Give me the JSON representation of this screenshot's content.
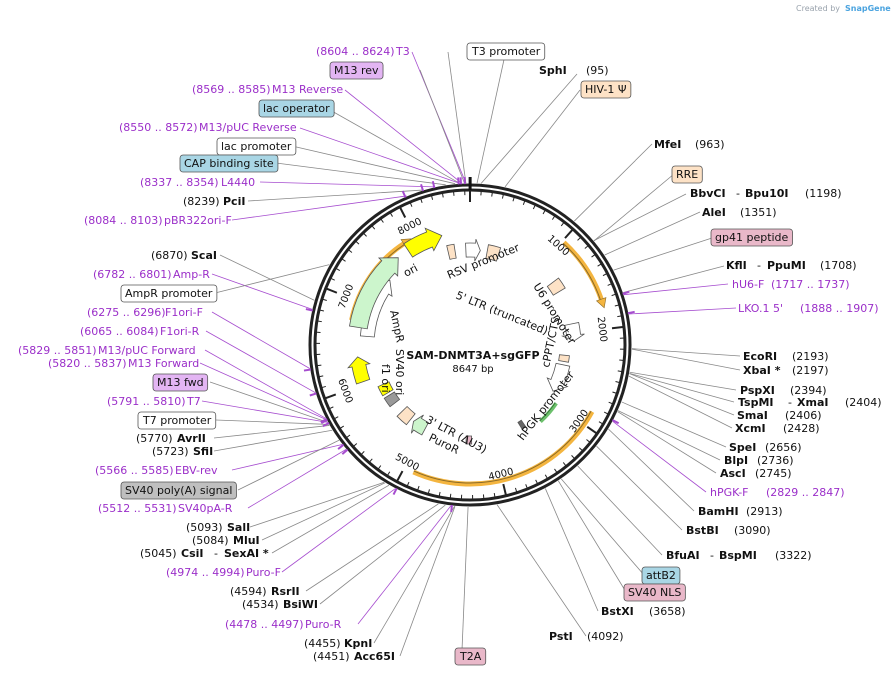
{
  "credit": {
    "prefix": "Created by",
    "brand": "SnapGene"
  },
  "center": {
    "name": "SAM-DNMT3A+sgGFP",
    "length": "8647 bp"
  },
  "ticks": [
    "1000",
    "2000",
    "3000",
    "4000",
    "5000",
    "6000",
    "7000",
    "8000"
  ],
  "labels": {
    "l_t3_range": "(8604 .. 8624)",
    "l_t3": "T3",
    "l_t3prom": "T3 promoter",
    "l_m13rev": "M13 rev",
    "l_sphi_n": "SphI",
    "l_sphi_p": "(95)",
    "l_m13reverse_range": "(8569 .. 8585)",
    "l_m13reverse": "M13 Reverse",
    "l_hiv": "HIV-1 Ψ",
    "l_lacop": "lac operator",
    "l_m13puc_range": "(8550 .. 8572)",
    "l_m13puc": "M13/pUC Reverse",
    "l_lacprom": "lac promoter",
    "l_mfei_n": "MfeI",
    "l_mfei_p": "(963)",
    "l_cap": "CAP binding site",
    "l_rre": "RRE",
    "l_l4440_range": "(8337 .. 8354)",
    "l_l4440": "L4440",
    "l_bbvci_n": "BbvCI",
    "l_bbvci_d": "-",
    "l_bpu_n": "Bpu10I",
    "l_bbvci_p": "(1198)",
    "l_pcii_p": "(8239)",
    "l_pcii_n": "PciI",
    "l_alei_n": "AleI",
    "l_alei_p": "(1351)",
    "l_pbr_range": "(8084 .. 8103)",
    "l_pbr": "pBR322ori-F",
    "l_gp41": "gp41 peptide",
    "l_scai_p": "(6870)",
    "l_scai_n": "ScaI",
    "l_kfli_n": "KflI",
    "l_kfli_d": "-",
    "l_ppumi_n": "PpuMI",
    "l_kfli_p": "(1708)",
    "l_ampr_range": "(6782 .. 6801)",
    "l_ampr": "Amp-R",
    "l_hu6_n": "hU6-F",
    "l_hu6_p": "(1717 .. 1737)",
    "l_amprprom": "AmpR promoter",
    "l_lko_n": "LKO.1 5'",
    "l_lko_p": "(1888 .. 1907)",
    "l_f1f_range": "(6275 .. 6296)",
    "l_f1f": "F1ori-F",
    "l_f1r_range": "(6065 .. 6084)",
    "l_f1r": "F1ori-R",
    "l_m13pf_range": "(5829 .. 5851)",
    "l_m13pf": "M13/pUC Forward",
    "l_m13f_range": "(5820 .. 5837)",
    "l_m13f": "M13 Forward",
    "l_ecori_n": "EcoRI",
    "l_ecori_p": "(2193)",
    "l_xbai_n": "XbaI *",
    "l_xbai_p": "(2197)",
    "l_m13fwd": "M13 fwd",
    "l_pspxi_n": "PspXI",
    "l_pspxi_p": "(2394)",
    "l_t7_range": "(5791 .. 5810)",
    "l_t7": "T7",
    "l_tspmi_n": "TspMI",
    "l_tspmi_d": "-",
    "l_xmai_n": "XmaI",
    "l_tspmi_p": "(2404)",
    "l_smai_n": "SmaI",
    "l_smai_p": "(2406)",
    "l_t7prom": "T7 promoter",
    "l_xcmi_n": "XcmI",
    "l_xcmi_p": "(2428)",
    "l_avrii_p": "(5770)",
    "l_avrii_n": "AvrII",
    "l_spei_n": "SpeI",
    "l_spei_p": "(2656)",
    "l_sfii_p": "(5723)",
    "l_sfii_n": "SfiI",
    "l_blpi_n": "BlpI",
    "l_blpi_p": "(2736)",
    "l_asci_n": "AscI",
    "l_asci_p": "(2745)",
    "l_ebv_range": "(5566 .. 5585)",
    "l_ebv": "EBV-rev",
    "l_sv40pa": "SV40 poly(A) signal",
    "l_hpgkf_n": "hPGK-F",
    "l_hpgkf_p": "(2829 .. 2847)",
    "l_bamhi_n": "BamHI",
    "l_bamhi_p": "(2913)",
    "l_sv40par_range": "(5512 .. 5531)",
    "l_sv40par": "SV40pA-R",
    "l_bstbi_n": "BstBI",
    "l_bstbi_p": "(3090)",
    "l_sali_p": "(5093)",
    "l_sali_n": "SalI",
    "l_mlui_p": "(5084)",
    "l_mlui_n": "MluI",
    "l_csii_p": "(5045)",
    "l_csii_n": "CsiI",
    "l_csii_d": "-",
    "l_sexai_n": "SexAI *",
    "l_bfuai_n": "BfuAI",
    "l_bfuai_d": "-",
    "l_bspmi_n": "BspMI",
    "l_bfuai_p": "(3322)",
    "l_purof_range": "(4974 .. 4994)",
    "l_purof": "Puro-F",
    "l_attb2": "attB2",
    "l_sv40nls": "SV40 NLS",
    "l_rsrii_p": "(4594)",
    "l_rsrii_n": "RsrII",
    "l_bstxi_n": "BstXI",
    "l_bstxi_p": "(3658)",
    "l_bsiwi_p": "(4534)",
    "l_bsiwi_n": "BsiWI",
    "l_puror_range": "(4478 .. 4497)",
    "l_puror": "Puro-R",
    "l_psti_n": "PstI",
    "l_psti_p": "(4092)",
    "l_kpni_p": "(4455)",
    "l_kpni_n": "KpnI",
    "l_acc65i_p": "(4451)",
    "l_acc65i_n": "Acc65I",
    "l_t2a": "T2A"
  },
  "features": {
    "f_rsv": "RSV promoter",
    "f_ltr5": "5' LTR (truncated)",
    "f_u6": "U6 promoter",
    "f_cppt": "cPPT/CTS",
    "f_hpgk": "hPGK promoter",
    "f_ltr3": "3' LTR (ΔU3)",
    "f_puror": "PuroR",
    "f_sv40ori": "SV40 ori",
    "f_f1ori": "f1 ori",
    "f_ampr": "AmpR",
    "f_ori": "ori"
  },
  "colors": {
    "promoter": "#ffffff",
    "cds": "#ccf5cc",
    "origin": "#ffff00",
    "ltr": "#fde2c6",
    "primer": "#a64dcf",
    "orange_arc": "#f4b53f",
    "label_pink": "#e9b8c9",
    "label_blue": "#a9d6e5",
    "label_purple": "#e3b5f3",
    "label_orange": "#fde2c6",
    "label_grey": "#bfbfbf"
  }
}
